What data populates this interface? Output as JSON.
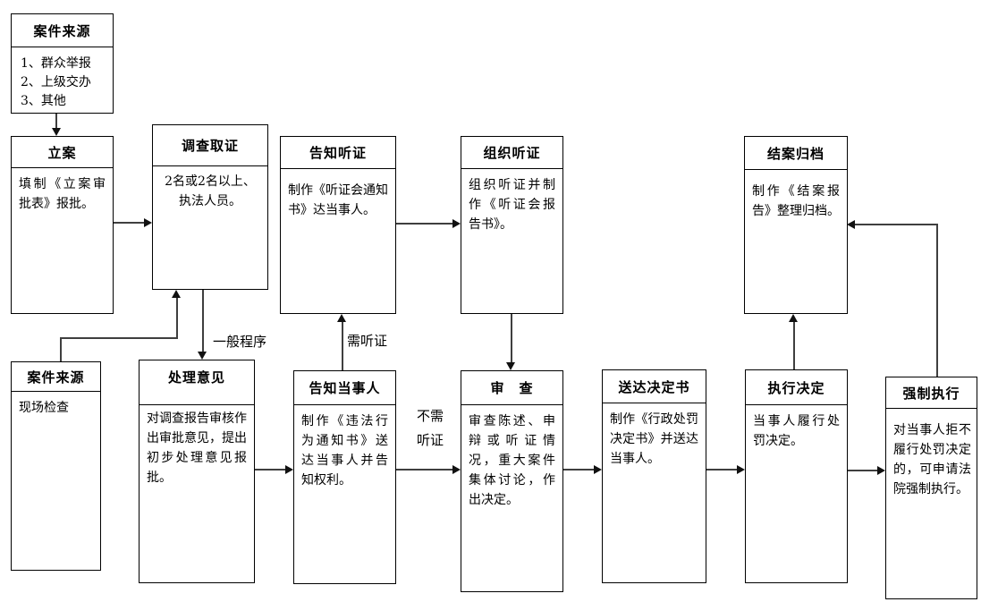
{
  "colors": {
    "background": "#ffffff",
    "box_border": "#000000",
    "connector_line": "#3f3f3f",
    "arrowhead": "#111111",
    "text": "#000000"
  },
  "boxes": [
    {
      "name": "case-source-top",
      "header": "案件来源",
      "body": "1、群众举报\n2、上级交办\n3、其他"
    },
    {
      "name": "filing",
      "header": "立案",
      "body": "填制《立案审批表》报批。"
    },
    {
      "name": "investigation",
      "header": "调查取证",
      "body": "2名或2名以上、\n执法人员。"
    },
    {
      "name": "notify-hearing",
      "header": "告知听证",
      "body": "制作《听证会通知书》达当事人。"
    },
    {
      "name": "organize-hearing",
      "header": "组织听证",
      "body": "组织听证并制作《听证会报告书》。"
    },
    {
      "name": "closing-archive",
      "header": "结案归档",
      "body": "制作《结案报告》整理归档。"
    },
    {
      "name": "case-source-bottom",
      "header": "案件来源",
      "body": "现场检查"
    },
    {
      "name": "handling-opinion",
      "header": "处理意见",
      "body": "对调查报告审核作出审批意见，提出初步处理意见报批。"
    },
    {
      "name": "notify-party",
      "header": "告知当事人",
      "body": "制作《违法行为通知书》送达当事人并告知权利。"
    },
    {
      "name": "review",
      "header": "审　查",
      "body": "审查陈述、申辩或听证情况，重大案件集体讨论，作出决定。"
    },
    {
      "name": "deliver-decision",
      "header": "送达决定书",
      "body": "制作《行政处罚决定书》并送达当事人。"
    },
    {
      "name": "execute-decision",
      "header": "执行决定",
      "body": "当事人履行处罚决定。"
    },
    {
      "name": "compulsory-execution",
      "header": "强制执行",
      "body": "对当事人拒不履行处罚决定的，可申请法院强制执行。"
    }
  ],
  "edge_labels": [
    {
      "name": "general-procedure",
      "text": "一般程序"
    },
    {
      "name": "hearing-required",
      "text": "需听证"
    },
    {
      "name": "hearing-not-required",
      "text": "不需\n听证"
    }
  ]
}
